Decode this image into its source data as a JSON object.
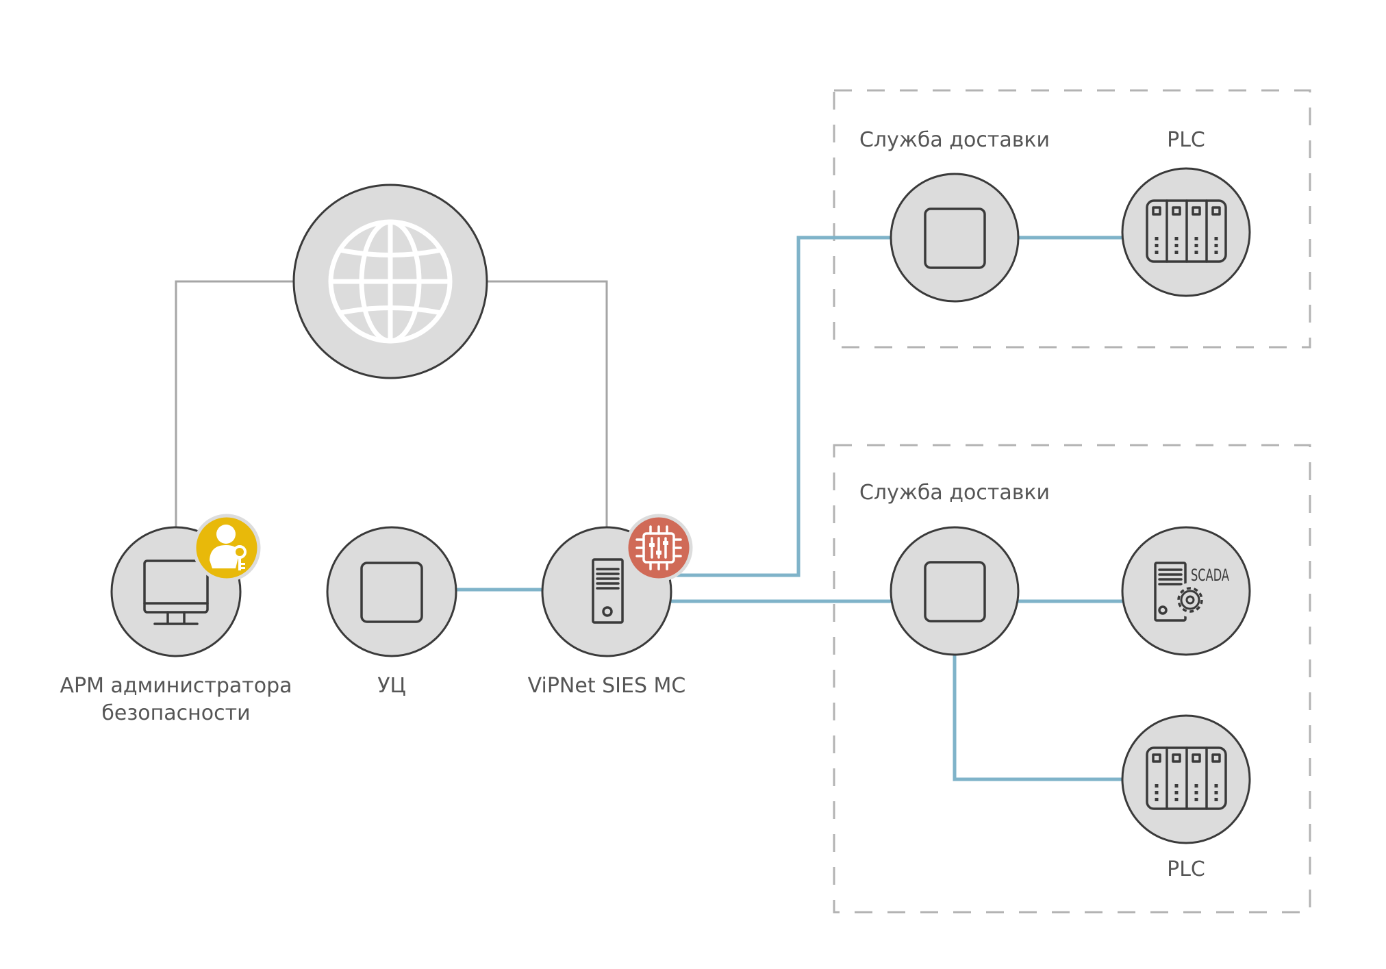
{
  "nodes": {
    "internet": {},
    "arm": {
      "label_line1": "АРМ администратора",
      "label_line2": "безопасности",
      "badge_color": "#e8b90a"
    },
    "ca": {
      "label": "УЦ"
    },
    "sies": {
      "label": "ViPNet SIES MC",
      "badge_color": "#d06a57"
    },
    "delivery_top": {
      "label": "Служба доставки"
    },
    "plc_top": {
      "label": "PLC"
    },
    "delivery_bottom": {
      "label": "Служба доставки"
    },
    "scada": {
      "icon_text": "SCADA"
    },
    "plc_bottom": {
      "label": "PLC"
    }
  },
  "colors": {
    "node_fill": "#dcdcdc",
    "node_stroke": "#3a3a3a",
    "link_gray": "#a6a6a6",
    "link_blue": "#7fb3c9",
    "zone_border": "#b3b3b3",
    "label_text": "#555555"
  }
}
